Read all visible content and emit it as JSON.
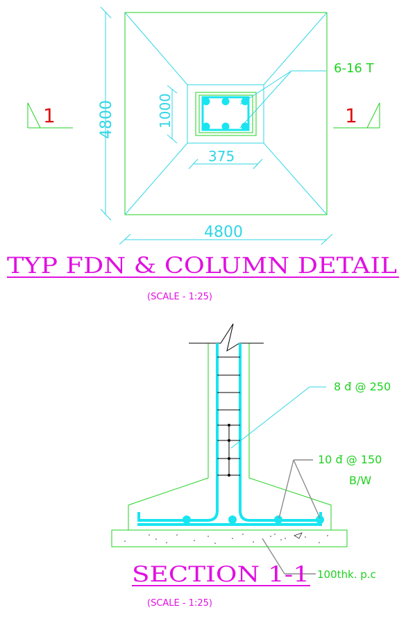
{
  "plan": {
    "dim_height": "4800",
    "dim_width": "4800",
    "dim_col_depth": "1000",
    "dim_col_width": "375",
    "rebar_label": "6-16 T",
    "section_mark_left": "1",
    "section_mark_right": "1",
    "title": "TYP  FDN  &  COLUMN  DETAIL",
    "scale": "(SCALE  -  1:25)"
  },
  "section": {
    "stirrup_label": "8 đ @ 250",
    "bottom_bar_label": "10  đ @ 150",
    "bottom_bar_sub": "B/W",
    "pcc_label": "100thk. p.c",
    "title": "SECTION  1-1",
    "scale": "(SCALE  -  1:25)"
  },
  "colors": {
    "outline": "#1fd11f",
    "rebar": "#18e5f0",
    "dimension": "#2fd6e6",
    "title": "#e010e0",
    "section_mark": "#e01010"
  }
}
